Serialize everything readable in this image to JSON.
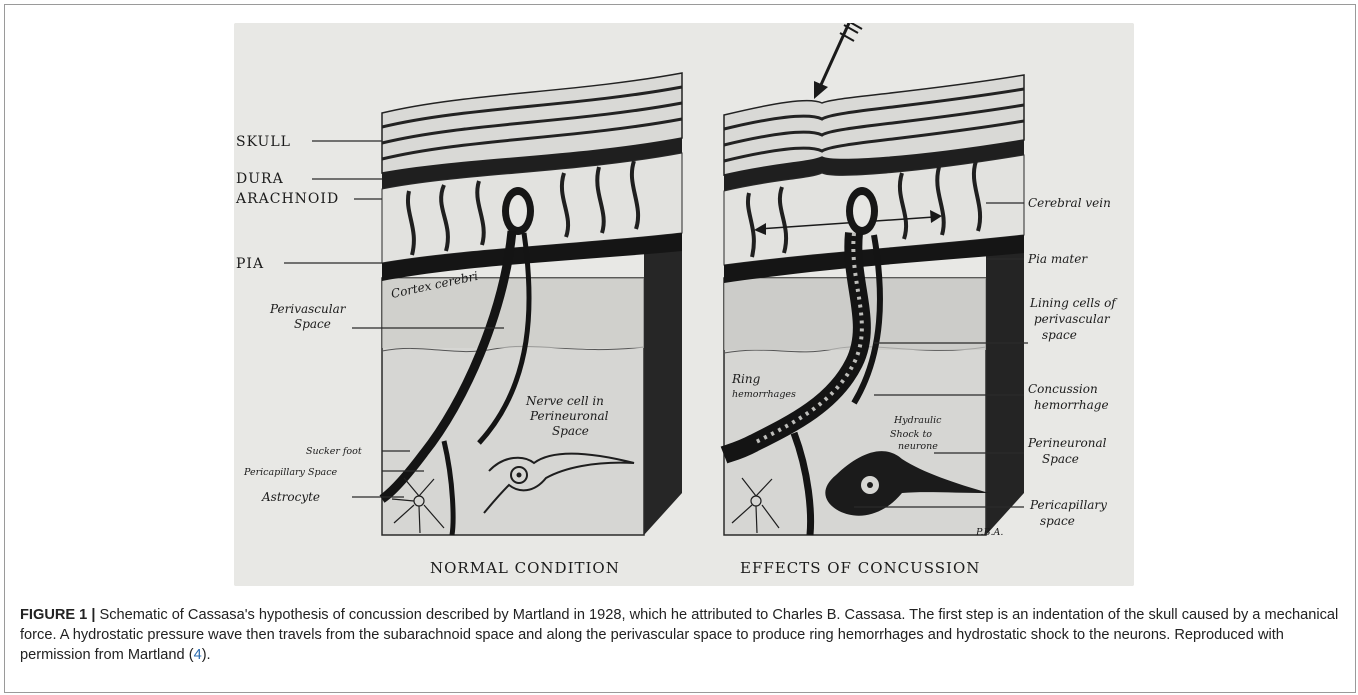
{
  "figure": {
    "left_panel": {
      "title": "NORMAL CONDITION",
      "labels": {
        "skull": "SKULL",
        "dura": "DURA",
        "arachnoid": "ARACHNOID",
        "pia": "PIA",
        "cortex": "Cortex cerebri",
        "perivascular_1": "Perivascular",
        "perivascular_2": "Space",
        "nerve_1": "Nerve cell in",
        "nerve_2": "Perineuronal",
        "nerve_3": "Space",
        "sucker": "Sucker foot",
        "pericapillary": "Pericapillary Space",
        "astrocyte": "Astrocyte"
      }
    },
    "right_panel": {
      "title": "EFFECTS OF CONCUSSION",
      "labels": {
        "cerebral_vein": "Cerebral vein",
        "pia_mater": "Pia mater",
        "lining_1": "Lining cells of",
        "lining_2": "perivascular",
        "lining_3": "space",
        "concussion_1": "Concussion",
        "concussion_2": "hemorrhage",
        "perineuronal_1": "Perineuronal",
        "perineuronal_2": "Space",
        "pericapillary_1": "Pericapillary",
        "pericapillary_2": "space",
        "ring_1": "Ring",
        "ring_2": "hemorrhages",
        "hydraulic_1": "Hydraulic",
        "hydraulic_2": "Shock to",
        "hydraulic_3": "neurone"
      }
    },
    "signature": "P.B.A."
  },
  "caption": {
    "label": "FIGURE 1 |",
    "text_before_ref": " Schematic of Cassasa's hypothesis of concussion described by Martland in 1928, which he attributed to Charles B. Cassasa. The first step is an indentation of the skull caused by a mechanical force. A hydrostatic pressure wave then travels from the subarachnoid space and along the perivascular space to produce ring hemorrhages and hydrostatic shock to the neurons. Reproduced with permission from Martland (",
    "ref": "4",
    "text_after_ref": ")."
  }
}
